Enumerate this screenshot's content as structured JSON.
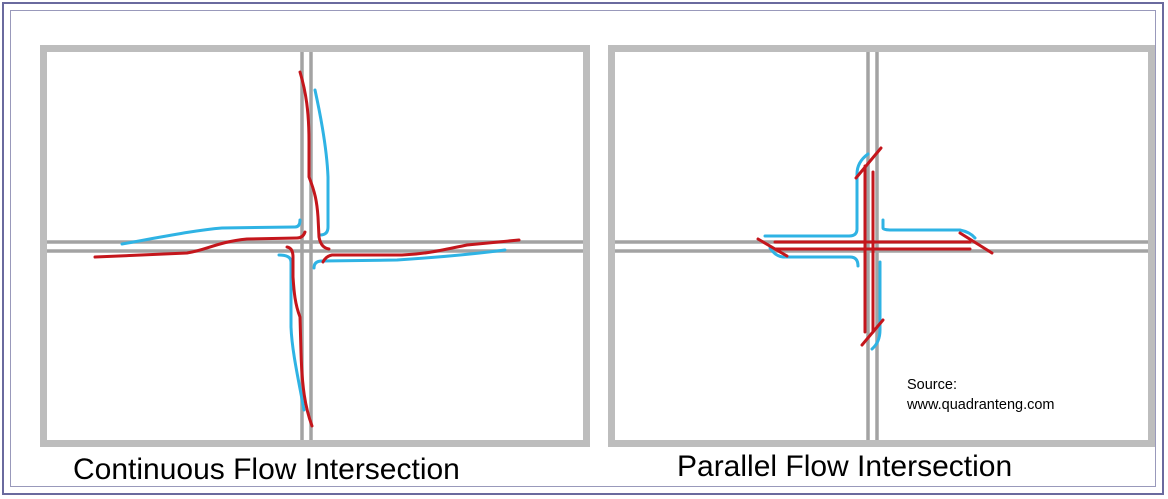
{
  "left_panel": {
    "caption": "Continuous Flow Intersection"
  },
  "right_panel": {
    "caption": "Parallel Flow Intersection",
    "source_label": "Source:",
    "source_url": "www.quadranteng.com"
  },
  "colors": {
    "road": "#a3a3a3",
    "red_path": "#c4161c",
    "blue_path": "#2fb3e4",
    "panel_border": "#bdbdbd",
    "outer_border": "#6a6a9e"
  }
}
